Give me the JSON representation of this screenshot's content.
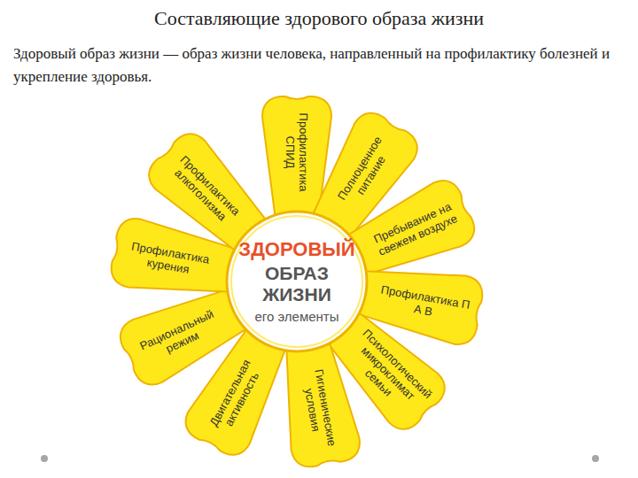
{
  "diagram": {
    "title": "Составляющие здорового образа жизни",
    "nodes": [
      {
        "text": [
          "ЗДОРОВЫЙ",
          "ОБРАЗ ЖИЗНИ",
          "его элементы"
        ]
      },
      {
        "text": [
          "Профилактика СПИД"
        ]
      },
      {
        "text": [
          "Полноценное питание"
        ]
      },
      {
        "text": [
          "Пребывание на свежем воздухе"
        ]
      },
      {
        "text": [
          "Профилактика П А В"
        ]
      },
      {
        "text": [
          "Психологический микроклимат семьи"
        ]
      },
      {
        "text": [
          "Гигиенические условия"
        ]
      },
      {
        "text": [
          "Двигательная активность"
        ]
      },
      {
        "text": [
          "Рациональный режим"
        ]
      },
      {
        "text": [
          "Профилактика курения"
        ]
      },
      {
        "text": [
          "Профилактика алкоголизма"
        ]
      }
    ],
    "labels": [
      "Здоровый образ жизни — образ жизни человека, направленный на профилактику болезней и укрепление здоровья."
    ]
  }
}
